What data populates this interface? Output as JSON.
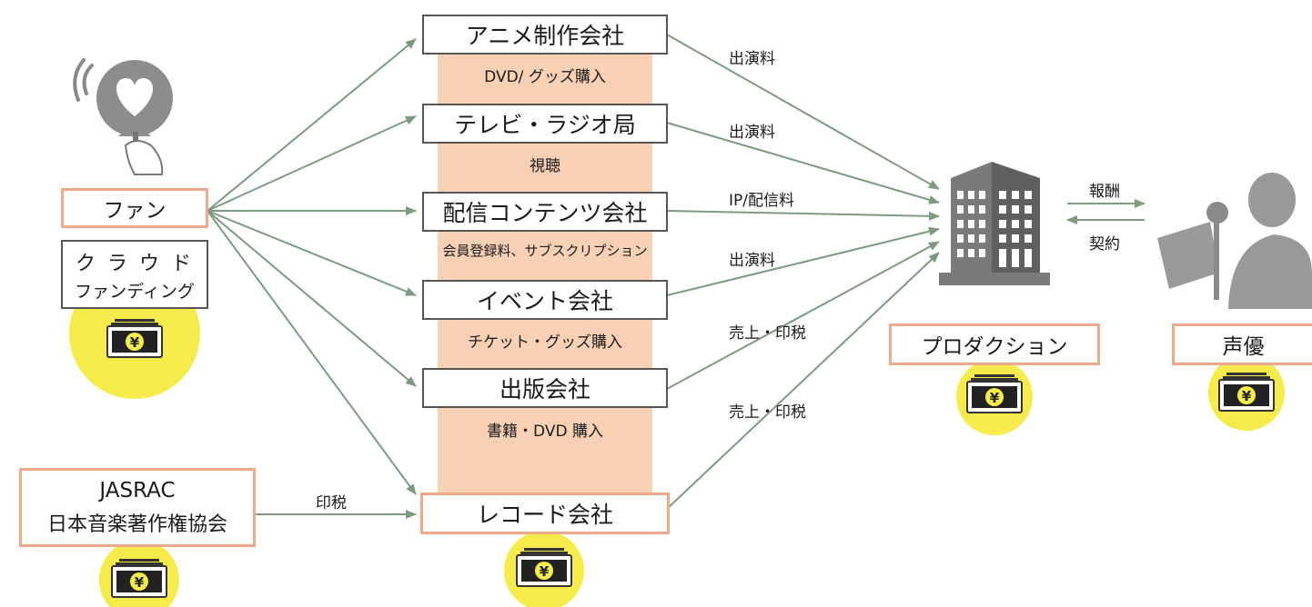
{
  "companies": {
    "anime": {
      "name": "アニメ制作会社",
      "purchase": "DVD/ グッズ購入"
    },
    "tv": {
      "name": "テレビ・ラジオ局",
      "purchase": "視聴"
    },
    "content": {
      "name": "配信コンテンツ会社",
      "purchase": "会員登録料、サブスクリプション"
    },
    "event": {
      "name": "イベント会社",
      "purchase": "チケット・グッズ購入"
    },
    "publisher": {
      "name": "出版会社",
      "purchase": "書籍・DVD 購入"
    },
    "record": {
      "name": "レコード会社"
    }
  },
  "fan": {
    "label": "ファン"
  },
  "crowdfunding": {
    "line1": "ク ラ ウ ド",
    "line2": "ファンディング"
  },
  "jasrac": {
    "line1": "JASRAC",
    "line2": "日本音楽著作権協会"
  },
  "production": {
    "label": "プロダクション"
  },
  "voice_actor": {
    "label": "声優"
  },
  "flows": {
    "anime_fee": "出演料",
    "tv_fee": "出演料",
    "content_fee": "IP/配信料",
    "event_fee": "出演料",
    "publisher_royalty": "売上・印税",
    "record_royalty": "売上・印税",
    "jasrac_royalty": "印税",
    "reward": "報酬",
    "contract": "契約"
  },
  "money_icon": {
    "symbol": "¥",
    "name": "yen-banknote-icon"
  },
  "colors": {
    "arrow": "#7d9a80",
    "band": "#f8d0b4",
    "box_border": "#eeaa88",
    "coin": "#f5ec4c",
    "building": "#7a7a7a",
    "silhouette": "#999999"
  }
}
